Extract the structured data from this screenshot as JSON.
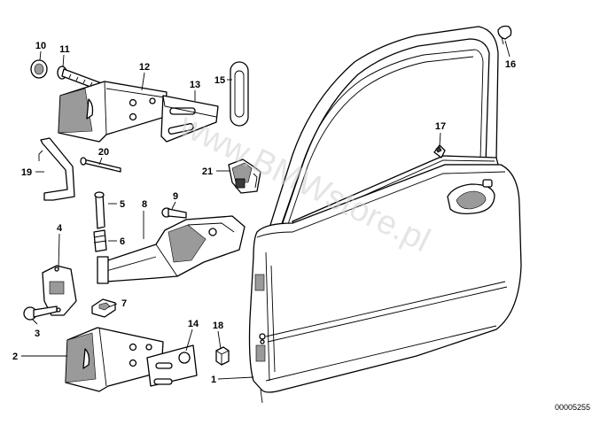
{
  "diagram": {
    "watermark": "www.BMWstore.pl",
    "catalog_code": "00005255",
    "callouts": [
      {
        "id": "c1",
        "label": "1"
      },
      {
        "id": "c2",
        "label": "2"
      },
      {
        "id": "c3",
        "label": "3"
      },
      {
        "id": "c4",
        "label": "4"
      },
      {
        "id": "c5",
        "label": "5"
      },
      {
        "id": "c6",
        "label": "6"
      },
      {
        "id": "c7",
        "label": "7"
      },
      {
        "id": "c8",
        "label": "8"
      },
      {
        "id": "c9",
        "label": "9"
      },
      {
        "id": "c10",
        "label": "10"
      },
      {
        "id": "c11",
        "label": "11"
      },
      {
        "id": "c12",
        "label": "12"
      },
      {
        "id": "c13",
        "label": "13"
      },
      {
        "id": "c14",
        "label": "14"
      },
      {
        "id": "c15",
        "label": "15"
      },
      {
        "id": "c16",
        "label": "16"
      },
      {
        "id": "c17",
        "label": "17"
      },
      {
        "id": "c18",
        "label": "18"
      },
      {
        "id": "c19",
        "label": "19"
      },
      {
        "id": "c20",
        "label": "20"
      },
      {
        "id": "c21",
        "label": "21"
      }
    ]
  }
}
